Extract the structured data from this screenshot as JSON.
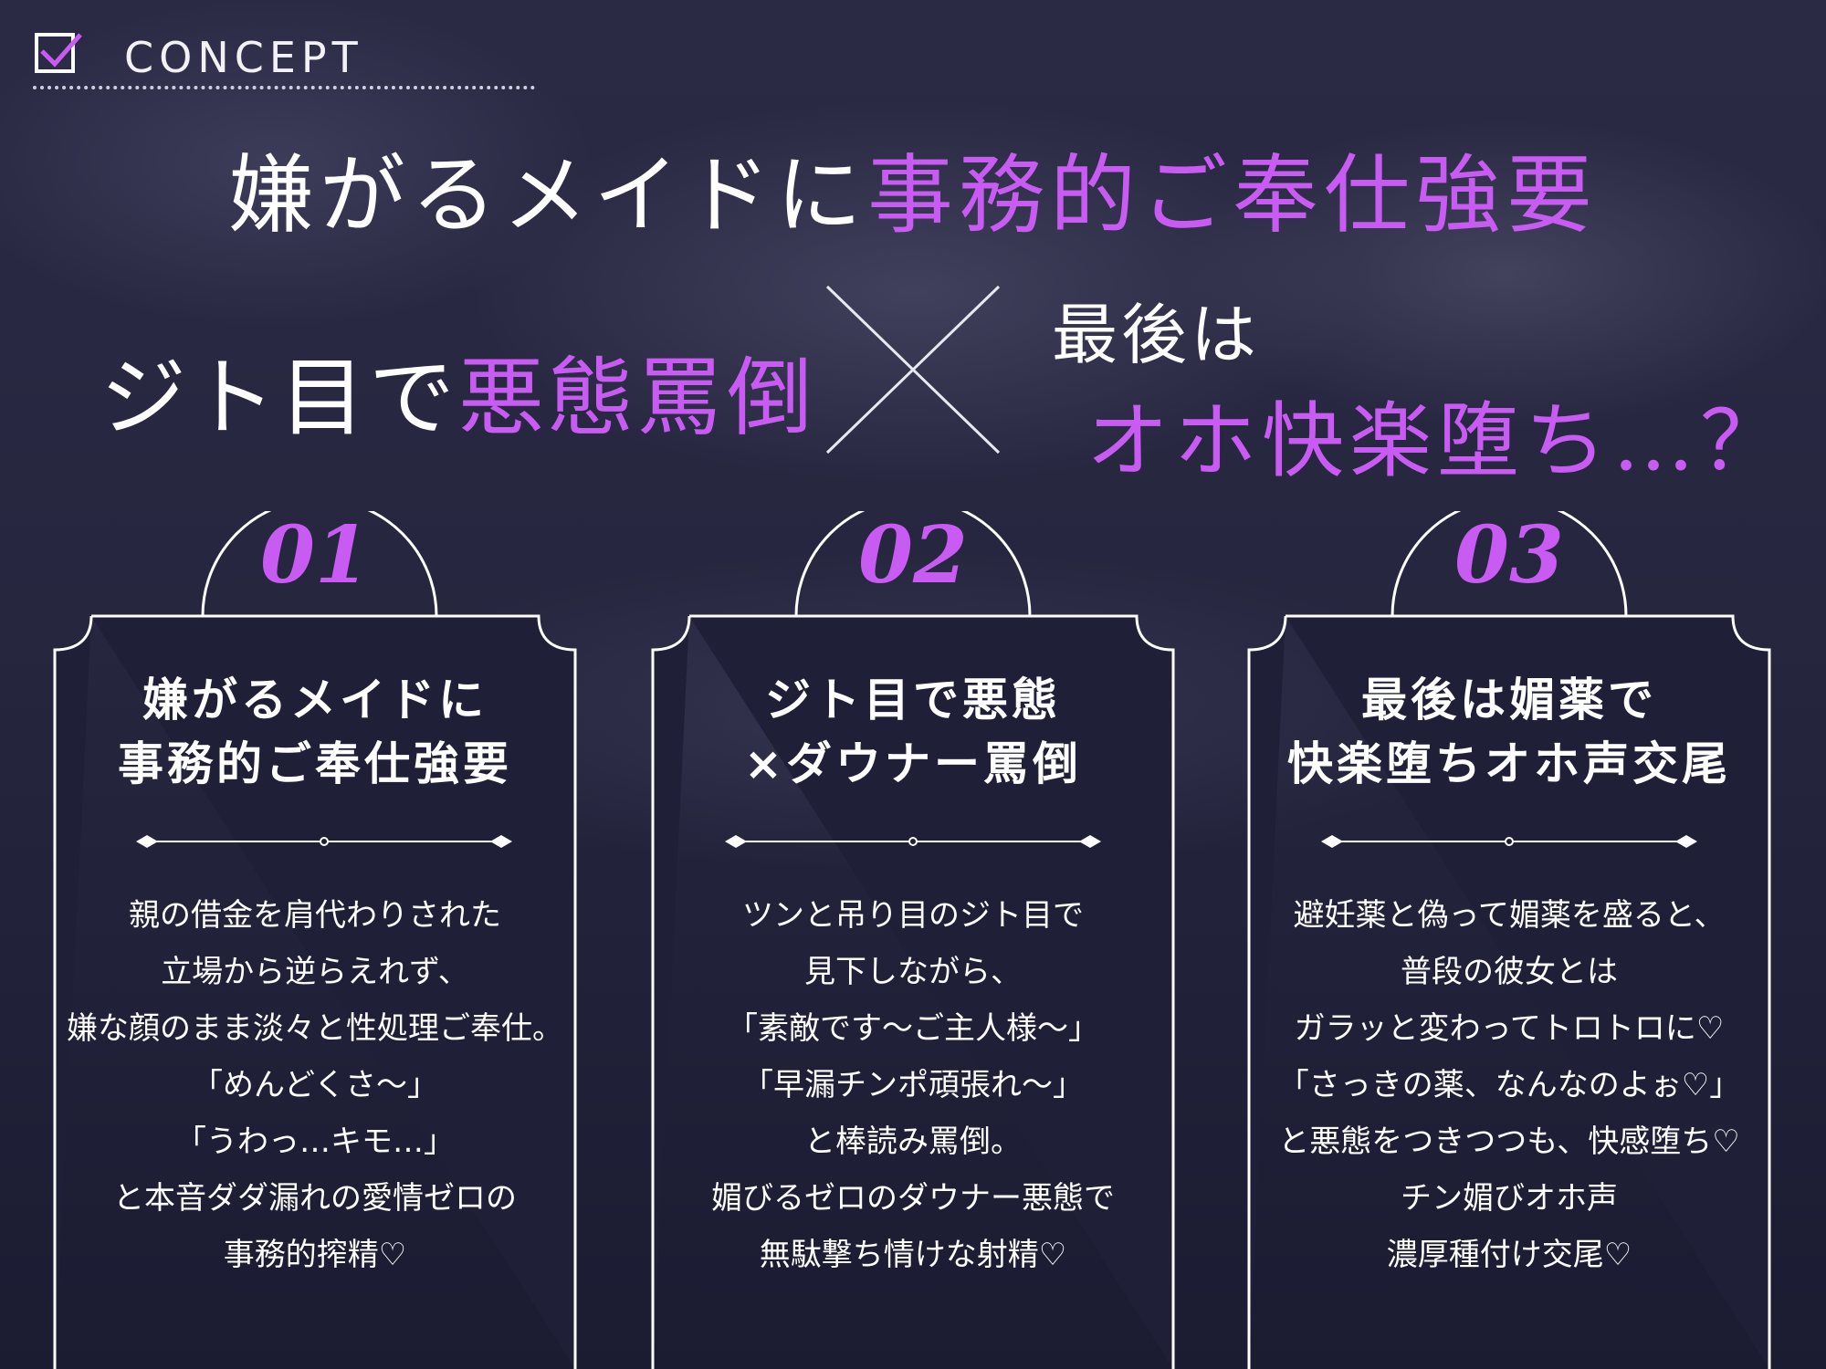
{
  "header": {
    "label": "CONCEPT",
    "icon": "checkbox-icon"
  },
  "headline": {
    "part_white": "嫌がるメイドに",
    "part_pink": "事務的ご奉仕強要"
  },
  "subhead_left": {
    "part_white": "ジト目で",
    "part_pink": "悪態罵倒"
  },
  "cross_symbol": "×",
  "subhead_right": {
    "line1": "最後は",
    "line2": "オホ快楽堕ち…？"
  },
  "cards": [
    {
      "number": "01",
      "title_lines": [
        "嫌がるメイドに",
        "事務的ご奉仕強要"
      ],
      "body_lines": [
        "親の借金を肩代わりされた",
        "立場から逆らえれず、",
        "嫌な顔のまま淡々と性処理ご奉仕。",
        "「めんどくさ〜」",
        "「うわっ…キモ…」",
        "と本音ダダ漏れの愛情ゼロの",
        "事務的搾精♡"
      ]
    },
    {
      "number": "02",
      "title_lines": [
        "ジト目で悪態",
        "×ダウナー罵倒"
      ],
      "body_lines": [
        "ツンと吊り目のジト目で",
        "見下しながら、",
        "「素敵です〜ご主人様〜」",
        "「早漏チンポ頑張れ〜」",
        "と棒読み罵倒。",
        "媚びるゼロのダウナー悪態で",
        "無駄撃ち情けな射精♡"
      ]
    },
    {
      "number": "03",
      "title_lines": [
        "最後は媚薬で",
        "快楽堕ちオホ声交尾"
      ],
      "body_lines": [
        "避妊薬と偽って媚薬を盛ると、",
        "普段の彼女とは",
        "ガラッと変わってトロトロに♡",
        "「さっきの薬、なんなのよぉ♡」",
        "と悪態をつきつつも、快感堕ち♡",
        "チン媚びオホ声",
        "濃厚種付け交尾♡"
      ]
    }
  ],
  "colors": {
    "accent": "#c85bf2",
    "background": "#1c1c34",
    "text": "#ffffff"
  }
}
